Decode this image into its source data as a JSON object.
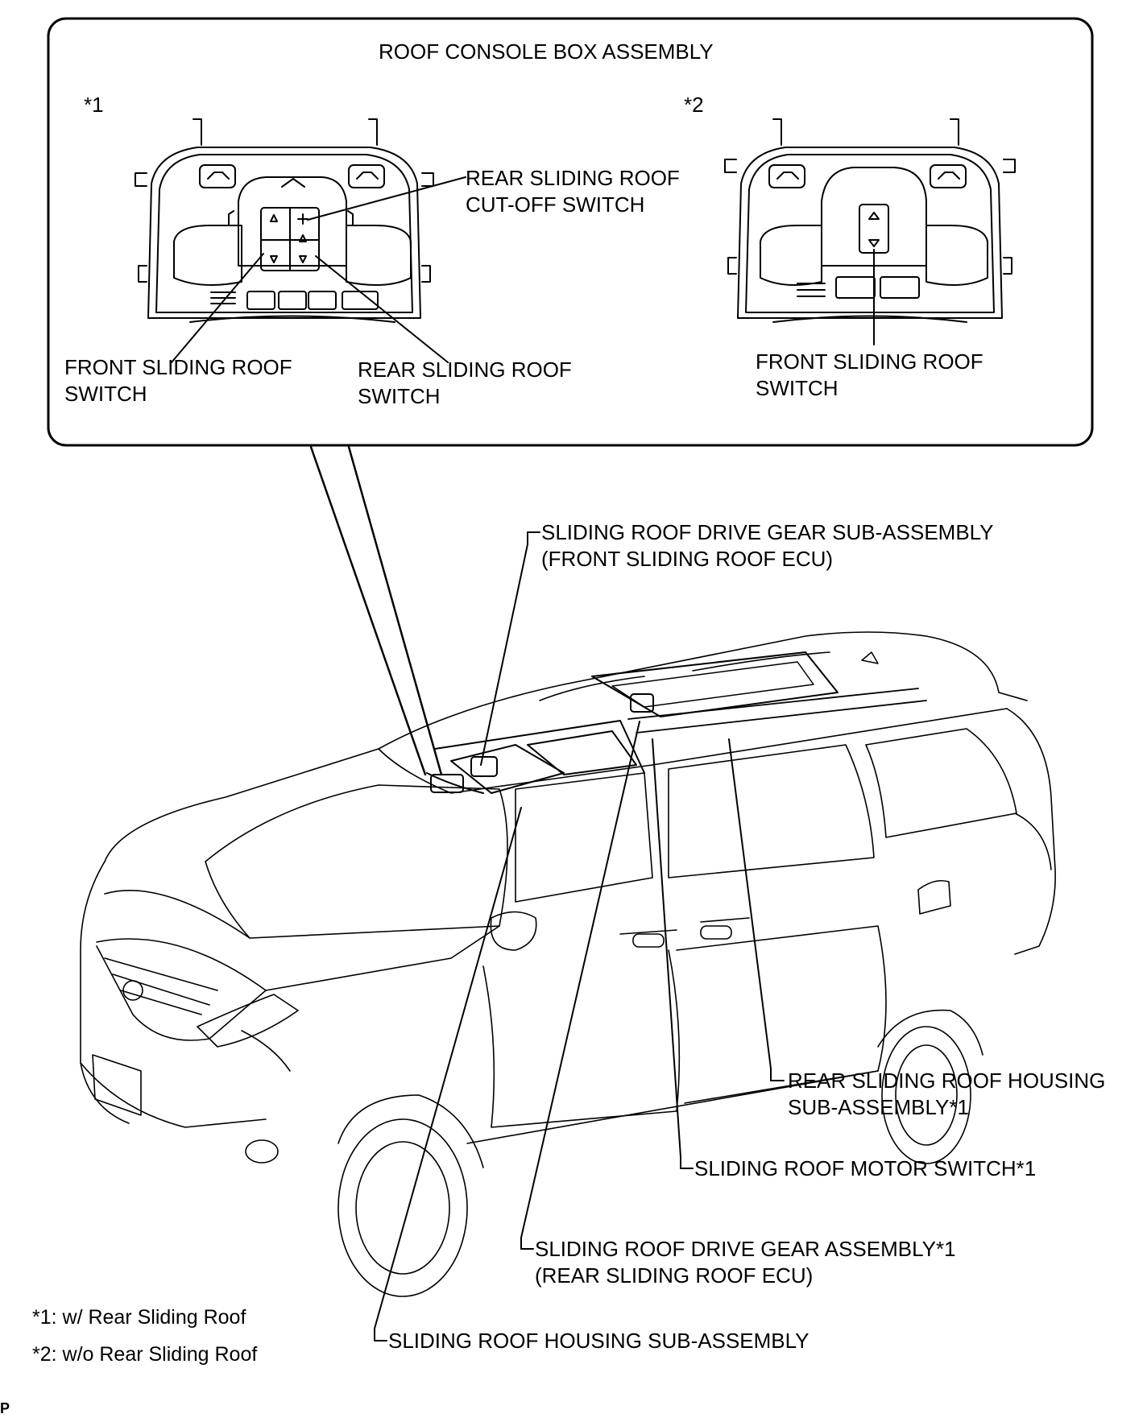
{
  "inset": {
    "title": "ROOF CONSOLE BOX ASSEMBLY",
    "variant_1_marker": "*1",
    "variant_2_marker": "*2"
  },
  "labels": {
    "rear_cutoff_line1": "REAR SLIDING ROOF",
    "rear_cutoff_line2": "CUT-OFF SWITCH",
    "front_switch_1_line1": "FRONT SLIDING ROOF",
    "front_switch_1_line2": "SWITCH",
    "rear_switch_line1": "REAR SLIDING ROOF",
    "rear_switch_line2": "SWITCH",
    "front_switch_2_line1": "FRONT SLIDING ROOF",
    "front_switch_2_line2": "SWITCH",
    "drive_gear_sub_line1": "SLIDING ROOF DRIVE GEAR SUB-ASSEMBLY",
    "drive_gear_sub_line2": "(FRONT SLIDING ROOF ECU)",
    "rear_housing_line1": "REAR SLIDING ROOF HOUSING",
    "rear_housing_line2": "SUB-ASSEMBLY*1",
    "motor_switch": "SLIDING ROOF MOTOR SWITCH*1",
    "drive_gear_assy_line1": "SLIDING ROOF DRIVE GEAR ASSEMBLY*1",
    "drive_gear_assy_line2": "(REAR SLIDING ROOF ECU)",
    "housing_sub": "SLIDING ROOF HOUSING SUB-ASSEMBLY"
  },
  "footnotes": {
    "note1": "*1: w/ Rear Sliding Roof",
    "note2": "*2: w/o Rear Sliding Roof",
    "corner_mark": "P"
  },
  "colors": {
    "line": "#000000",
    "background": "#ffffff"
  }
}
